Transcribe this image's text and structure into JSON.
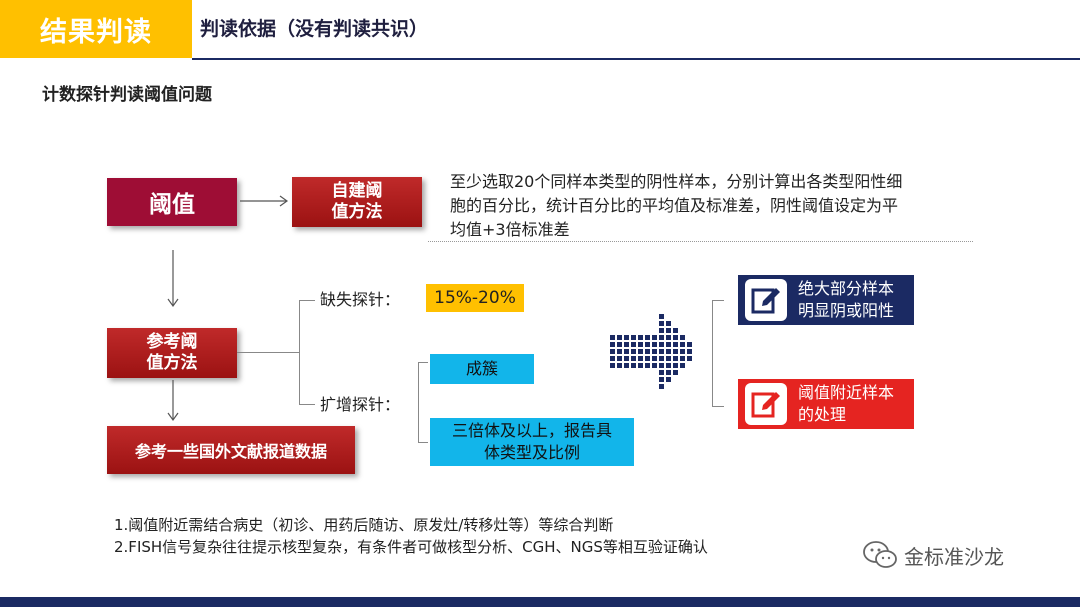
{
  "header": {
    "tab_label": "结果判读",
    "subtitle": "判读依据（没有判读共识）"
  },
  "section_title": "计数探针判读阈值问题",
  "diagram": {
    "threshold": "阈值",
    "self_built_method": [
      "自建阈",
      "值方法"
    ],
    "self_built_desc": [
      "至少选取20个同样本类型的阴性样本，分别计算出各类型阳性细",
      "胞的百分比，统计百分比的平均值及标准差，阴性阈值设定为平",
      "均值+3倍标准差"
    ],
    "reference_method": [
      "参考阈",
      "值方法"
    ],
    "loss_probe_label": "缺失探针：",
    "loss_probe_value": "15%-20%",
    "amp_probe_label": "扩增探针：",
    "amp_cluster": "成簇",
    "amp_triploid": [
      "三倍体及以上，报告具",
      "体类型及比例"
    ],
    "foreign_literature": "参考一些国外文献报道数据",
    "result_clear": [
      "绝大部分样本",
      "明显阴或阳性"
    ],
    "result_near": [
      "阈值附近样本",
      "的处理"
    ],
    "colors": {
      "navy": "#1b2a63",
      "red": "#e52421",
      "yellow": "#ffc000",
      "cyan": "#12b5ea",
      "maroon": "#9e0d35"
    }
  },
  "notes": [
    "1.阈值附近需结合病史（初诊、用药后随访、原发灶/转移灶等）等综合判断",
    "2.FISH信号复杂往往提示核型复杂，有条件者可做核型分析、CGH、NGS等相互验证确认"
  ],
  "watermark": "金标准沙龙",
  "icons": [
    "pencil-edit-icon",
    "wechat-icon",
    "arrow-right-dots-icon"
  ]
}
